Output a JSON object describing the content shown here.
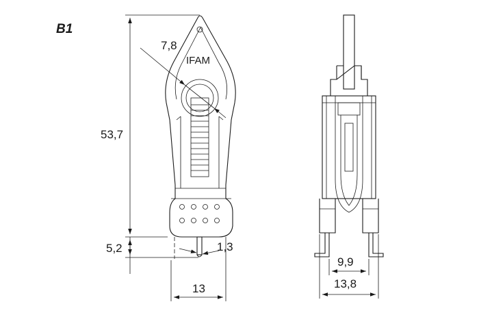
{
  "label": "B1",
  "logo": "IFAM",
  "dimensions": {
    "height_total": "53,7",
    "hole_diameter": "7,8",
    "pin_length": "5,2",
    "pin_diameter": "1,3",
    "width_front": "13",
    "width_side_inner": "9,9",
    "width_side_outer": "13,8"
  }
}
